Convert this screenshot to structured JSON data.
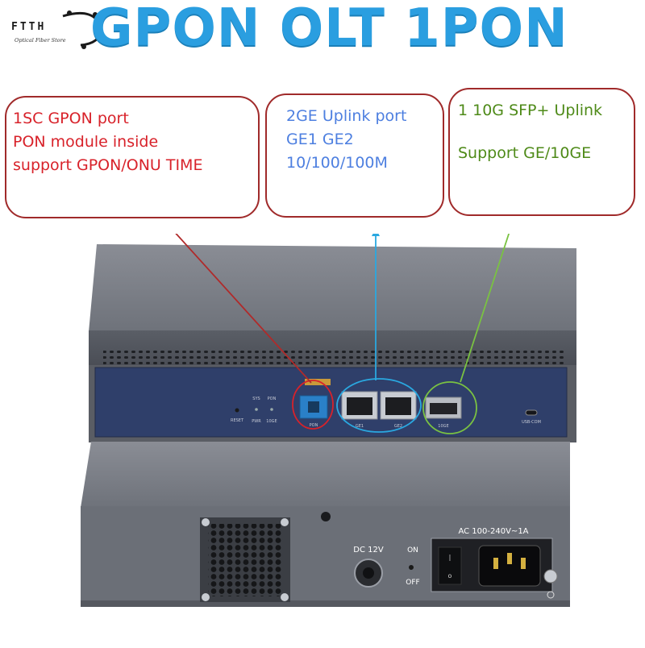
{
  "logo": {
    "text": "FTTH",
    "subtitle": "Optical Fiber Store"
  },
  "headline": "GPON OLT 1PON",
  "callouts": {
    "pon": {
      "lines": [
        "1SC GPON port",
        "PON module inside",
        "support GPON/ONU TIME"
      ]
    },
    "ge": {
      "lines": [
        "2GE Uplink port",
        "GE1 GE2",
        "10/100/100M"
      ]
    },
    "sfp": {
      "lines": [
        "1 10G SFP+ Uplink",
        "Support GE/10GE"
      ]
    }
  },
  "front_panel": {
    "reset": "RESET",
    "led_sys": "SYS",
    "led_pon": "PON",
    "led_pwr": "PWR",
    "led_10g": "10GE",
    "pon_label": "PON",
    "ge1_label": "GE1",
    "ge2_label": "GE2",
    "sfp_label": "10GE",
    "usb_label": "USB-COM"
  },
  "rear_panel": {
    "dc_label": "DC 12V",
    "on_label": "ON",
    "off_label": "OFF",
    "ac_label": "AC 100-240V~1A"
  },
  "colors": {
    "headline": "#2a9ee0",
    "pon_circle": "#d8222a",
    "ge_circle": "#2aa8e0",
    "sfp_circle": "#7ac242"
  }
}
